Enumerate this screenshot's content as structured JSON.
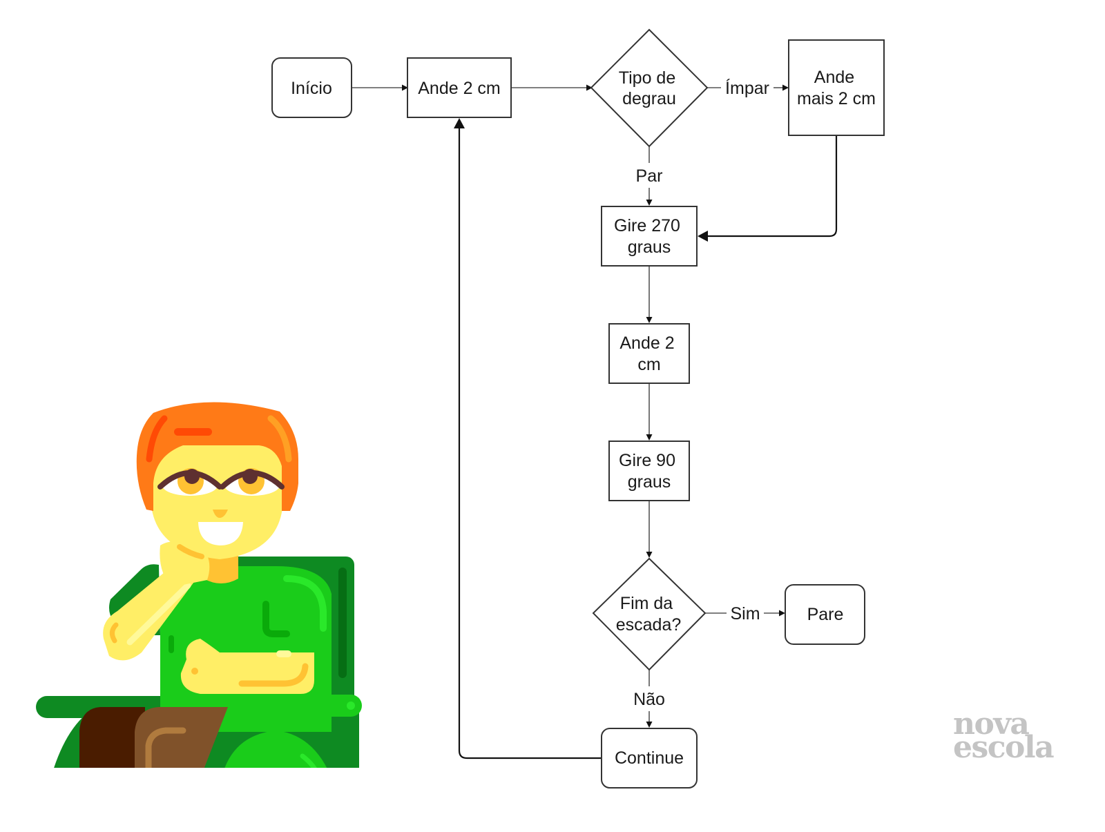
{
  "flowchart": {
    "nodes": {
      "start": {
        "lines": [
          "Início"
        ],
        "shape": "rounded-rect"
      },
      "walk1": {
        "lines": [
          "Ande 2 cm"
        ],
        "shape": "rect"
      },
      "step_type": {
        "lines": [
          "Tipo de",
          "degrau"
        ],
        "shape": "diamond"
      },
      "walk_more": {
        "lines": [
          "Ande",
          "mais 2 cm"
        ],
        "shape": "rect"
      },
      "turn270": {
        "lines": [
          "Gire 270",
          "graus"
        ],
        "shape": "rect"
      },
      "walk2": {
        "lines": [
          "Ande 2",
          "cm"
        ],
        "shape": "rect"
      },
      "turn90": {
        "lines": [
          "Gire 90",
          "graus"
        ],
        "shape": "rect"
      },
      "end_check": {
        "lines": [
          "Fim da",
          "escada?"
        ],
        "shape": "diamond"
      },
      "stop": {
        "lines": [
          "Pare"
        ],
        "shape": "rounded-rect"
      },
      "continue": {
        "lines": [
          "Continue"
        ],
        "shape": "rounded-rect"
      }
    },
    "edges": [
      {
        "from": "start",
        "to": "walk1",
        "label": ""
      },
      {
        "from": "walk1",
        "to": "step_type",
        "label": ""
      },
      {
        "from": "step_type",
        "to": "walk_more",
        "label": "Ímpar"
      },
      {
        "from": "step_type",
        "to": "turn270",
        "label": "Par"
      },
      {
        "from": "walk_more",
        "to": "turn270",
        "label": ""
      },
      {
        "from": "turn270",
        "to": "walk2",
        "label": ""
      },
      {
        "from": "walk2",
        "to": "turn90",
        "label": ""
      },
      {
        "from": "turn90",
        "to": "end_check",
        "label": ""
      },
      {
        "from": "end_check",
        "to": "stop",
        "label": "Sim"
      },
      {
        "from": "end_check",
        "to": "continue",
        "label": "Não"
      },
      {
        "from": "continue",
        "to": "walk1",
        "label": ""
      }
    ]
  },
  "illustration": {
    "subject": "smiling child with orange hair in green shirt sitting in a green armchair, hand on chin",
    "colors": {
      "hair": "#FF7A17",
      "skin": "#FFEE66",
      "shirt": "#1ACC1A",
      "chair": "#0E8A22",
      "pants_dark": "#4A1C00",
      "pants": "#80522A"
    }
  },
  "logo": {
    "line1": "nova",
    "line2": "escola",
    "color": "#C4C4C4"
  }
}
